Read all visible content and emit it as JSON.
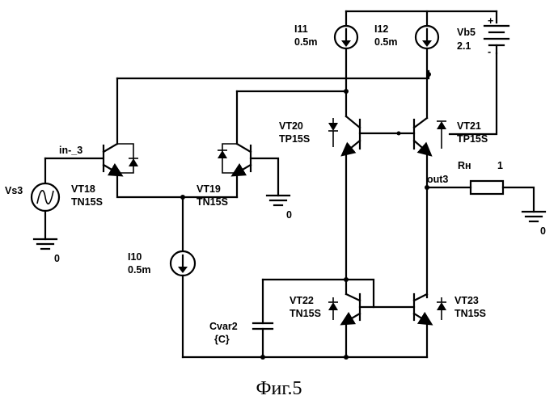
{
  "components": {
    "i11": {
      "name": "I11",
      "value": "0.5m"
    },
    "i12": {
      "name": "I12",
      "value": "0.5m"
    },
    "vb5": {
      "name": "Vb5",
      "value": "2.1"
    },
    "vt20": {
      "name": "VT20",
      "model": "TP15S"
    },
    "vt21": {
      "name": "VT21",
      "model": "TP15S"
    },
    "vt18": {
      "name": "VT18",
      "model": "TN15S"
    },
    "vt19": {
      "name": "VT19",
      "model": "TN15S"
    },
    "vt22": {
      "name": "VT22",
      "model": "TN15S"
    },
    "vt23": {
      "name": "VT23",
      "model": "TN15S"
    },
    "vs3": {
      "name": "Vs3"
    },
    "i10": {
      "name": "I10",
      "value": "0.5m"
    },
    "rn": {
      "name": "Rн",
      "value": "1"
    },
    "cvar2": {
      "name": "Cvar2",
      "value": "{C}"
    }
  },
  "nets": {
    "in": "in-_3",
    "out": "out3",
    "gnd": "0"
  },
  "battery_signs": {
    "plus": "+",
    "minus": "-"
  },
  "caption": "Фиг.5"
}
